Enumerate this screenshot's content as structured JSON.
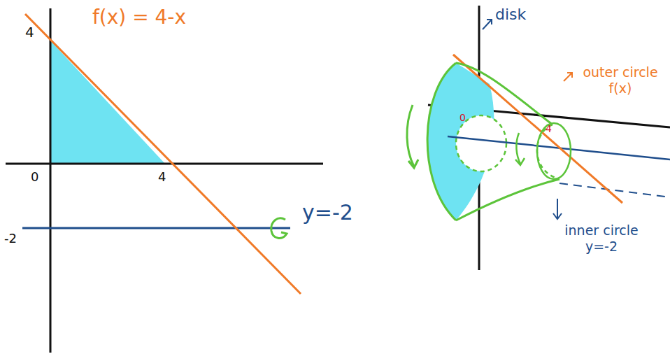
{
  "diagram": {
    "labels": [
      "4",
      "f(x) = 4-x",
      "0",
      "4",
      "-2",
      "y=-2",
      "disk",
      "outer circle f(x)",
      "0",
      "4",
      "inner circle y=-2"
    ]
  }
}
